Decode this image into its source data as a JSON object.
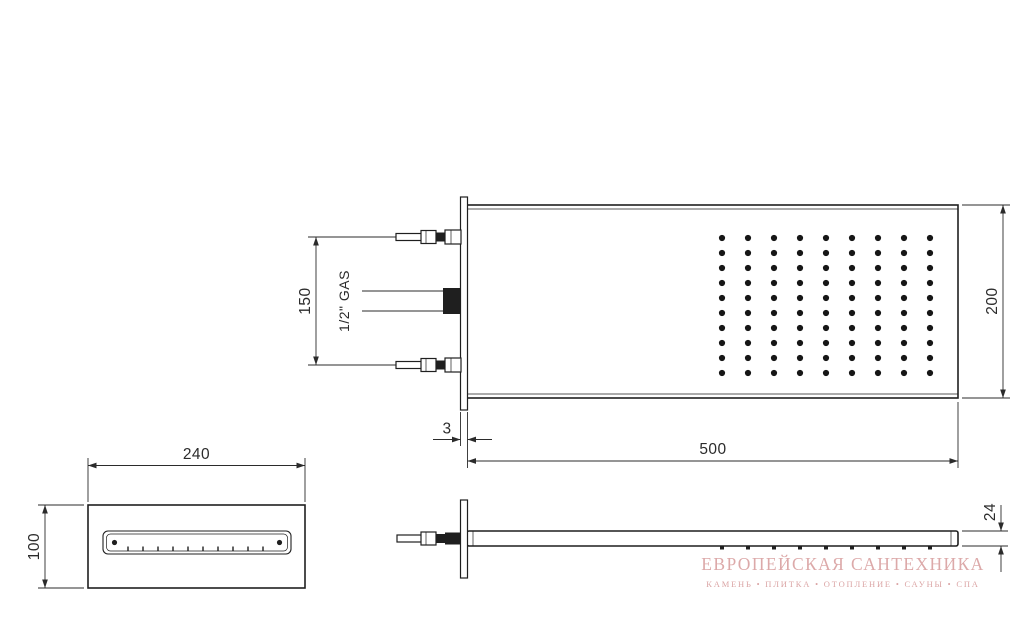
{
  "drawing_type": "technical-drawing-shower-head",
  "dimensions": {
    "inlet_spacing": "150",
    "connection_label": "1/2\" GAS",
    "panel_height": "200",
    "plate_thickness": "3",
    "panel_width": "500",
    "spout_width": "240",
    "spout_height": "100",
    "panel_depth": "24"
  },
  "nozzles": {
    "grid_cols": 9,
    "grid_rows": 10,
    "front_ticks": 10,
    "side_nubs": 9
  },
  "colors": {
    "ink": "#1f1f1f",
    "watermark": "#d79b9b"
  },
  "watermark": {
    "title": "ЕВРОПЕЙСКАЯ САНТЕХНИКА",
    "subtitle": "КАМЕНЬ • ПЛИТКА • ОТОПЛЕНИЕ • САУНЫ • СПА"
  }
}
